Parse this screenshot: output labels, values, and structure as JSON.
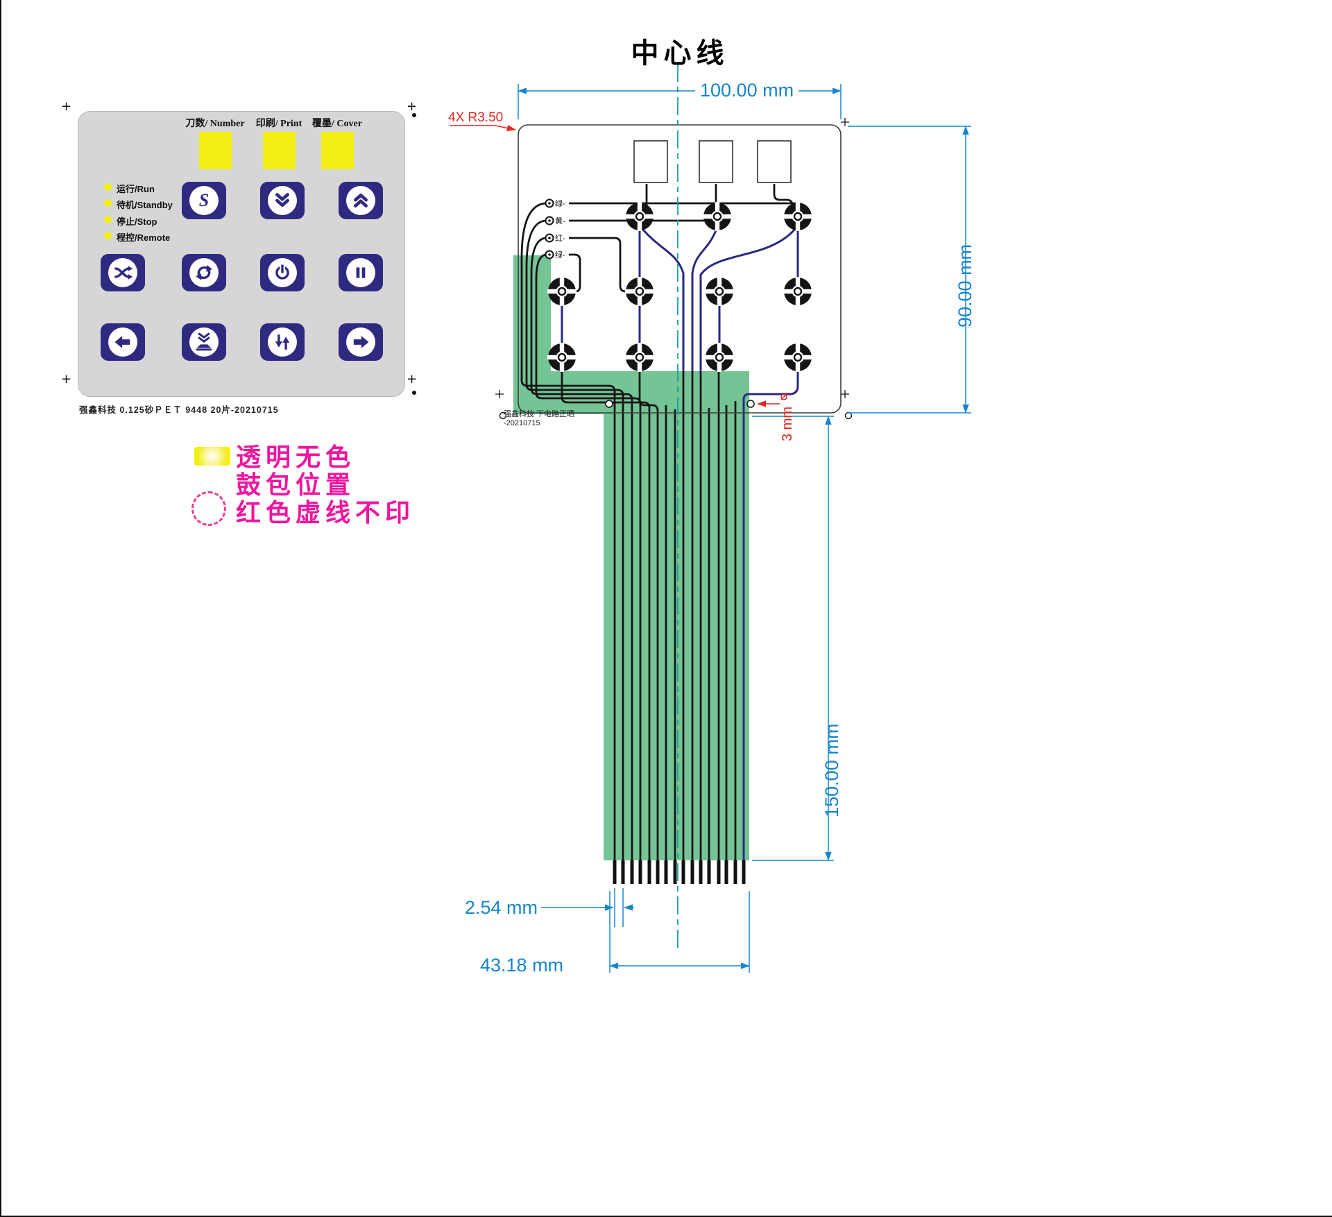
{
  "page": {
    "title": "中心线"
  },
  "keypad": {
    "windows": [
      "刀数/ Number",
      "印刷/ Print",
      "覆墨/ Cover"
    ],
    "leds": [
      "运行/Run",
      "待机/Standby",
      "停止/Stop",
      "程控/Remote"
    ],
    "s_label": "S",
    "footer": "强鑫科技   0.125砂ＰＥＴ   9448   20片-20210715"
  },
  "legend": {
    "line1": "透明无色",
    "line2": "鼓包位置",
    "line3": "红色虚线不印"
  },
  "circuit": {
    "title": "中心线",
    "wires": [
      "绿-",
      "黄-",
      "红-",
      "绿-"
    ],
    "dims": {
      "width": "100.00 mm",
      "height": "90.00 mm",
      "tail": "150.00 mm",
      "pitch": "2.54 mm",
      "connector": "43.18 mm",
      "corner_radius": "4X R3.50",
      "hole": "3 mm"
    },
    "footer_line1": "强鑫科技   下电路正晒",
    "footer_line2": "-20210715"
  },
  "colors": {
    "dimension_blue": "#1585cc",
    "annotation_red": "#e8251f",
    "legend_magenta": "#f0149e",
    "button_navy": "#2f2a80",
    "ribbon_green": "#74c495",
    "window_yellow": "#f3ee15"
  }
}
